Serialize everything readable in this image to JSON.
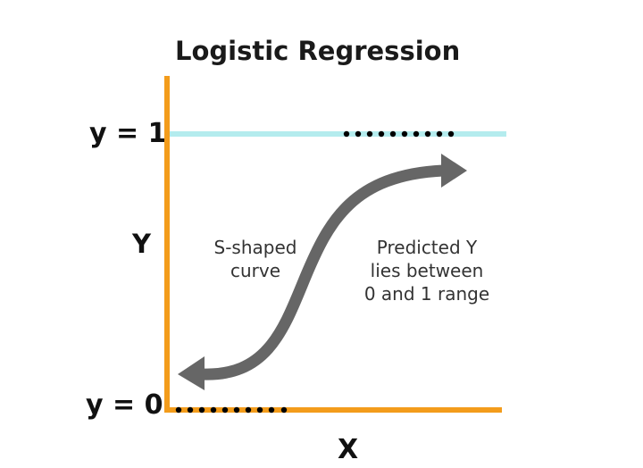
{
  "title": "Logistic Regression",
  "y_tick_top": "y = 1",
  "y_tick_bottom": "y = 0",
  "y_axis_label": "Y",
  "x_axis_label": "X",
  "s_curve_note": [
    "S-shaped",
    "curve"
  ],
  "predicted_note": [
    "Predicted Y",
    "lies between",
    "0 and 1 range"
  ],
  "colors": {
    "axis": "#f39c1b",
    "upper_line": "#b4ecee",
    "curve": "#666666",
    "dots": "#000000",
    "text": "#1a1a1a"
  }
}
